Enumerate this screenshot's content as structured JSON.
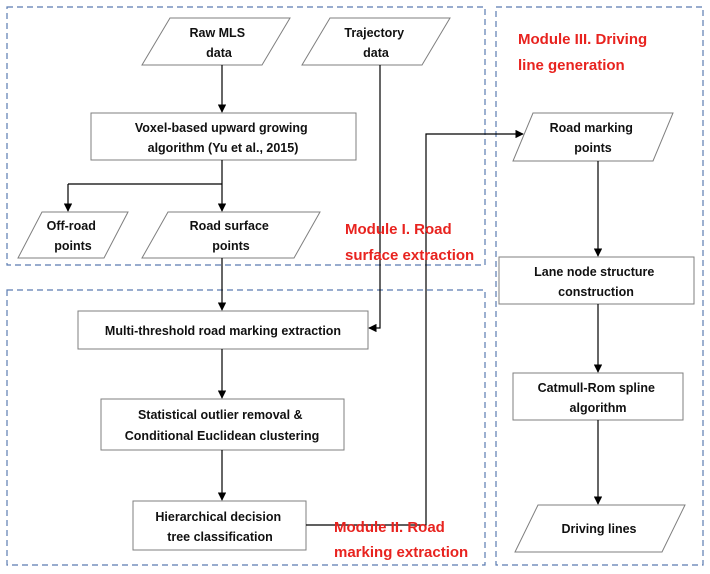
{
  "nodes": {
    "raw_mls": {
      "lines": [
        "Raw MLS",
        "data"
      ]
    },
    "trajectory": {
      "lines": [
        "Trajectory",
        "data"
      ]
    },
    "voxel": {
      "lines": [
        "Voxel-based upward growing",
        "algorithm (Yu et al., 2015)"
      ]
    },
    "offroad": {
      "lines": [
        "Off-road",
        "points"
      ]
    },
    "road_surface": {
      "lines": [
        "Road surface",
        "points"
      ]
    },
    "multi_threshold": {
      "lines": [
        "Multi-threshold road marking extraction"
      ]
    },
    "outlier": {
      "lines": [
        "Statistical outlier removal &",
        "Conditional Euclidean clustering"
      ]
    },
    "hierarchical": {
      "lines": [
        "Hierarchical decision",
        "tree classification"
      ]
    },
    "marking_points": {
      "lines": [
        "Road marking",
        "points"
      ]
    },
    "lane_node": {
      "lines": [
        "Lane node structure",
        "construction"
      ]
    },
    "catmull": {
      "lines": [
        "Catmull-Rom spline",
        "algorithm"
      ]
    },
    "driving_lines": {
      "lines": [
        "Driving lines"
      ]
    }
  },
  "modules": {
    "module1": {
      "lines": [
        "Module I.  Road",
        "surface extraction"
      ]
    },
    "module2": {
      "lines": [
        "Module II.  Road",
        "marking extraction"
      ]
    },
    "module3": {
      "lines": [
        "Module III.  Driving",
        "line generation"
      ]
    }
  },
  "colors": {
    "module_label": "#e8231f",
    "module_border": "#5b7bb0"
  }
}
